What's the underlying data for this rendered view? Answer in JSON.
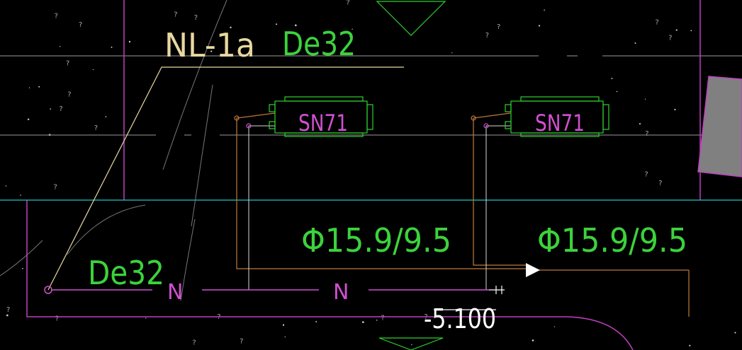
{
  "labels": {
    "riser_id": "NL-1a",
    "riser_size": "De32",
    "drain_size": "De32",
    "unit_1": "SN71",
    "unit_2": "SN71",
    "pipe_spec_1": "Φ15.9/9.5",
    "pipe_spec_2": "Φ15.9/9.5",
    "drain_tag_1": "N",
    "drain_tag_2": "N",
    "elevation": "-5.100"
  },
  "colors": {
    "background": "#000000",
    "wall": "#c040c0",
    "grid": "#9a9a9a",
    "cyan": "#20c8c8",
    "unit": "#2ed02e",
    "refrigerant": "#c07a3a",
    "leader": "#e8d8a0",
    "annotation": "#3cd23c",
    "drain": "#d050d0",
    "white": "#ffffff",
    "column": "#808080"
  }
}
